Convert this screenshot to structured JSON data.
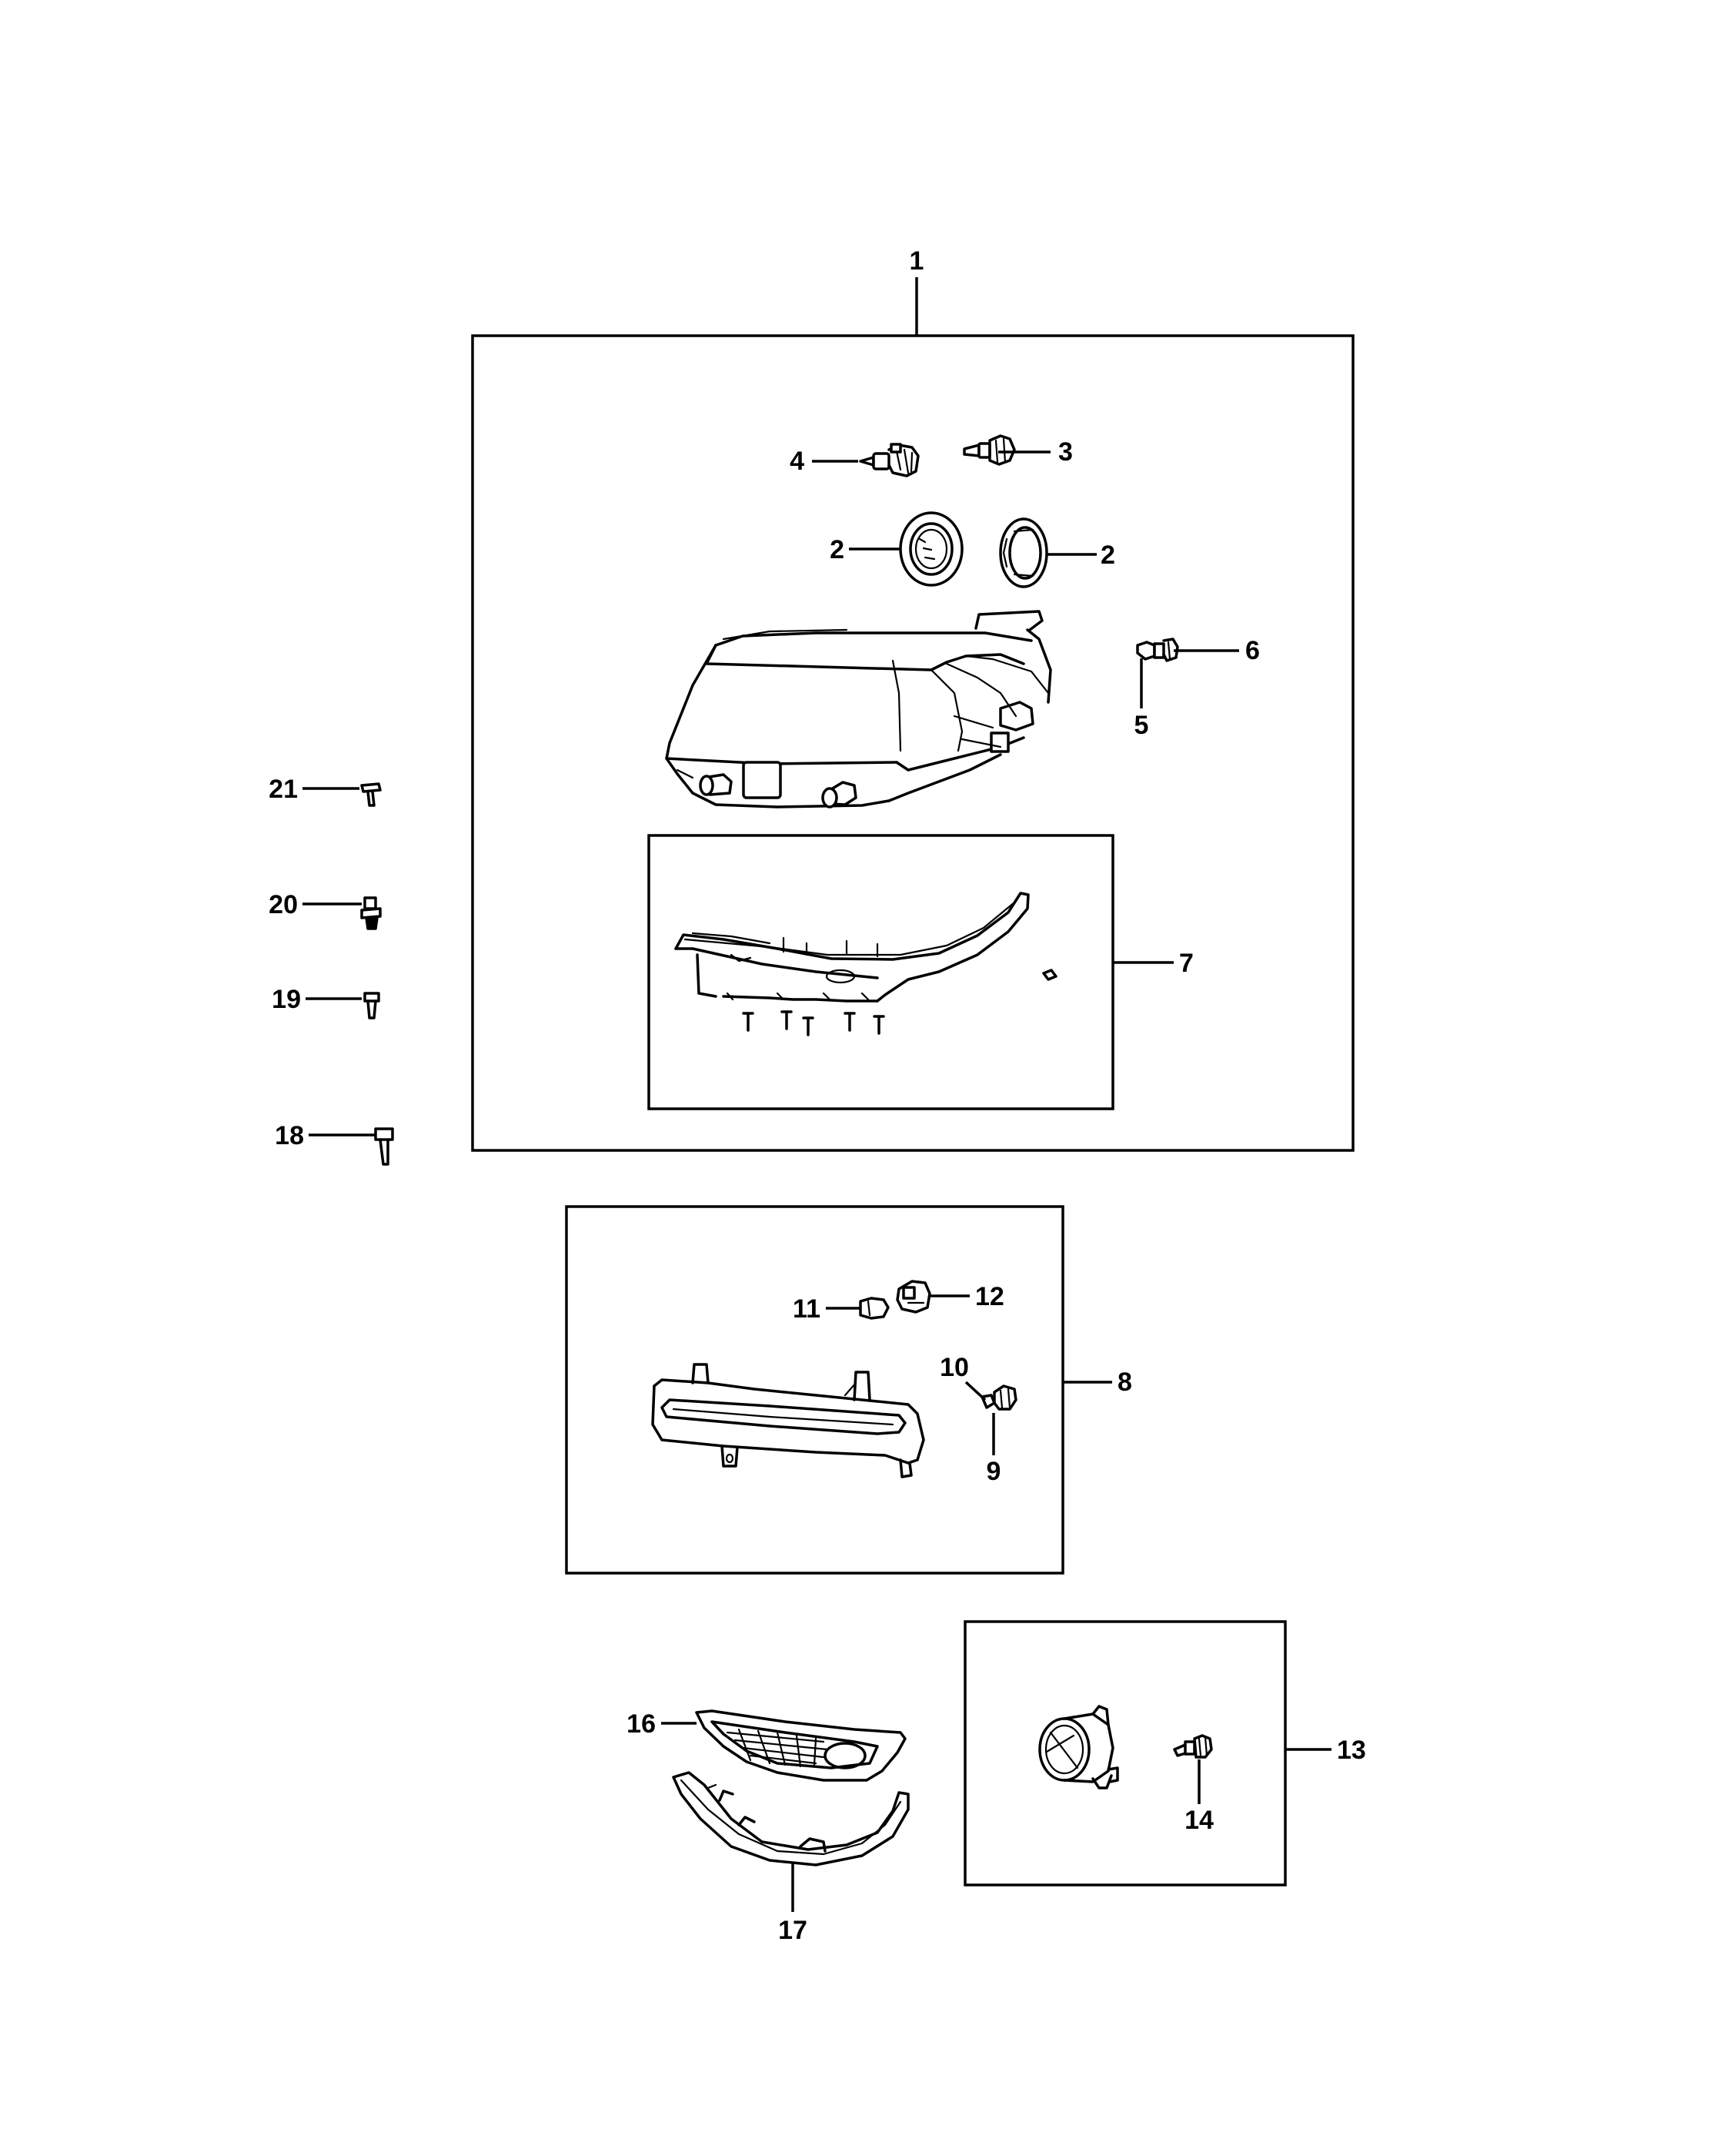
{
  "callouts": [
    "1",
    "2",
    "2",
    "3",
    "4",
    "5",
    "6",
    "7",
    "8",
    "9",
    "10",
    "11",
    "12",
    "13",
    "14",
    "16",
    "17",
    "18",
    "19",
    "20",
    "21"
  ],
  "colors": {
    "line": "#000000",
    "background": "#ffffff"
  },
  "groups": {
    "headlamp_assembly": "1",
    "headlamp_bracket_kit": "7",
    "side_marker_assembly": "8",
    "fog_lamp_assembly": "13"
  }
}
